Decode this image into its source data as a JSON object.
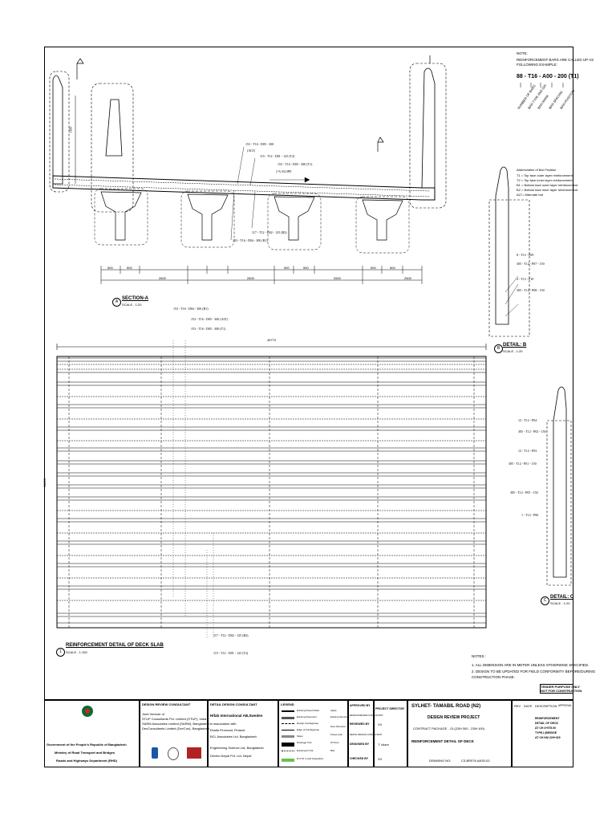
{
  "notes_top": {
    "title": "NOTE:",
    "line1": "REINFORCEMENT BARS ARE CALLED UP AS",
    "line2": "FOLLOWING EXAMPLE:",
    "example": "88 - T16 - A00 - 200 (T1)",
    "legend_words": [
      "NUMBER OF BARS",
      "BAR TYPE AND DIA",
      "BAR MARK",
      "BAR SPACING",
      "BAR POSITION"
    ],
    "abbr_title": "Abbreviation of Bar Position",
    "abbr": [
      "T1 = Top face outer layer reinforcement",
      "T2 = Top face inner layer reinforcement",
      "B1 = Bottom face outer layer reinforcement",
      "B2 = Bottom face inner layer reinforcement",
      "ALT= Alternate bar"
    ]
  },
  "section_a": {
    "title": "SECTION-A",
    "scale": "SCALE - 1:20",
    "callouts": [
      "153 - T16 - D05 - 300",
      "(ALT)",
      "115 - T12 - D01 - 125 (T2)",
      "153 - T16 - D05 - 300 (T1)",
      "2 % SLOPE",
      "117 - T12 - D02 - 125 (B2)",
      "153 - T16 - D04 - 300 (B1)"
    ],
    "dims": [
      "500",
      "500",
      "2600",
      "2600",
      "500",
      "500",
      "2600",
      "2600",
      "500",
      "500"
    ],
    "height_label": "1180"
  },
  "detail_b": {
    "title": "DETAIL: B",
    "scale": "SCALE - 1:20",
    "callouts": [
      "8 - T12 - P09",
      "305 - T12 - P07 - 150",
      "4 - T12 - P10",
      "305 - T12 - P08 - 150"
    ]
  },
  "detail_c": {
    "title": "DETAIL: C",
    "scale": "SCALE - 1:20",
    "callouts": [
      "12 - T12 - P04",
      "305 - T12 - P02 - 150",
      "12 - T12 - P03",
      "305 - T12 - P01 - 150",
      "305 - T12 - P05 - 150",
      "1 - T12 - P06"
    ]
  },
  "plan": {
    "title": "REINFORCEMENT DETAIL OF DECK SLAB",
    "scale": "SCALE - 1:150",
    "length": "45770",
    "width": "11820",
    "callouts_top": [
      "153 - T16 - D04 - 300 (B1)",
      "153 - T16 - D05 - 300 (ALT)",
      "153 - T16 - D05 - 300 (T1)"
    ],
    "callouts_bottom": [
      "117 - T12 - D02 - 125 (B2)",
      "115 - T12 - D01 - 125 (T2)"
    ]
  },
  "notes_bottom": {
    "title": "NOTES :",
    "items": [
      "1. ALL DIMENSION ARE IN METER UNLESS OTHERWISE SPECIFIED.",
      "2. DESIGN TO BE UPDATED FOR FIELD CONFORMITY BEFORE/DURING",
      "CONSTRUCTION PHASE."
    ],
    "tender": [
      "TENDER PURPOSE ONLY",
      "NOT FOR CONSTRUCTION"
    ]
  },
  "titleblock": {
    "gov": [
      "Government of the People's Republic of Bangladesh",
      "Ministry of Road Transport and Bridges",
      "Roads and Highways Department (RHD)"
    ],
    "drc_title": "DESIGN REVIEW CONSULTANT",
    "drc": [
      "Joint Venture of",
      "STUP Consultants Pvt. Limited (STUP), India",
      "SARM Associates Limited (SARM), Bangladesh",
      "DevConsultants Limited (DevCon), Bangladesh"
    ],
    "ddc_title": "DETAIL DESIGN CONSULTANT",
    "ddc": [
      "Hifab International AB,Sweden",
      "in association with",
      "Ekalla  Finnroad, Finland",
      "BCL Associates Ltd, Bangladesh",
      "Engineering Science Ltd, Bangladesh",
      "Devtec Nepal Pvt. Ltd, Nepal"
    ],
    "legend_title": "LEGEND",
    "legend_items": [
      "Existing Paved Road",
      "Existing Pavement",
      "Design Carriageway",
      "Edge of Carriageway",
      "Slope",
      "Drainage Turn",
      "Existing R.O.W",
      "R.O.W / Land Acquisition"
    ],
    "legend_items2": [
      "Apple",
      "Existing Structure",
      "New Structure",
      "Power pole",
      "IP Point",
      "Bolt"
    ],
    "approved_by": "APPROVED BY",
    "project_director": "PROJECT DIRECTOR",
    "design_review_consultant_small": "DESIGN REVIEW CONSULTANT",
    "reviewed_by": "REVIEWED BY",
    "reviewed_val": "XX",
    "detail_design_small": "DETAIL DESIGN CONSULTANT",
    "designed_by": "DESIGNED BY",
    "designed_val": "T. Islam",
    "checked_by": "CHECKED BY",
    "checked_val": "XX",
    "road": "SYLHET- TAMABIL ROAD (N2)",
    "project": "DESIGN REVIEW PROJECT",
    "package": "CONTRACT PACKAGE - 13 (228+300 - 238+100)",
    "drawing_title": "REINFORCEMENT DETAIL OF DECK",
    "drawing_no_label": "DRAWING NO:",
    "drawing_no": "C3-BR076-AK50-02",
    "rev_headers": [
      "REV",
      "DATE",
      "DESCRIPTION",
      "APPROVAL"
    ],
    "rev_desc": [
      "REINFORCEMENT",
      "DETAIL OF DECK",
      "AT CH 4+575.00",
      "TYPE-I (BRIDGE",
      "AT CH KM 229+329"
    ]
  }
}
